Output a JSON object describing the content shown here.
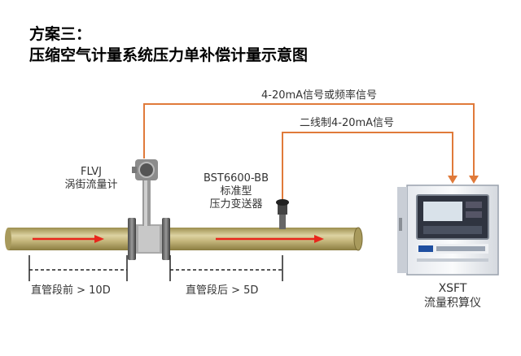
{
  "title": {
    "line1": "方案三：",
    "line2": "压缩空气计量系统压力单补偿计量示意图"
  },
  "signals": {
    "outer": "4-20mA信号或频率信号",
    "inner": "二线制4-20mA信号"
  },
  "flowmeter": {
    "model": "FLVJ",
    "name": "涡街流量计"
  },
  "transmitter": {
    "model": "BST6600-BB",
    "type": "标准型",
    "name": "压力变送器"
  },
  "instrument": {
    "model": "XSFT",
    "name": "流量积算仪"
  },
  "pipe_sections": {
    "upstream": "直管段前 > 10D",
    "downstream": "直管段后 > 5D"
  },
  "colors": {
    "signal_line": "#e07a3a",
    "pipe": "#b8a86a",
    "flow_arrow": "#e8261c"
  },
  "icons": [
    "flow-arrow-icon",
    "signal-arrow-icon"
  ]
}
